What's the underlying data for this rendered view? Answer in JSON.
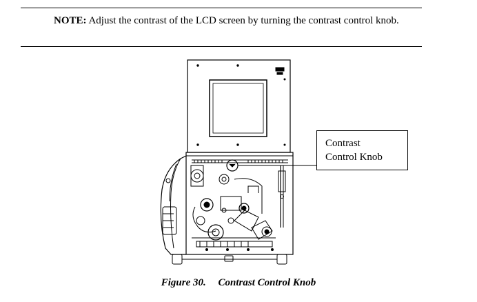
{
  "note": {
    "label": "NOTE:",
    "text": "Adjust the contrast of the LCD screen by turning the contrast control knob."
  },
  "callout": {
    "line1": "Contrast",
    "line2": "Control Knob"
  },
  "caption": {
    "number": "Figure 30.",
    "title": "Contrast Control Knob"
  }
}
